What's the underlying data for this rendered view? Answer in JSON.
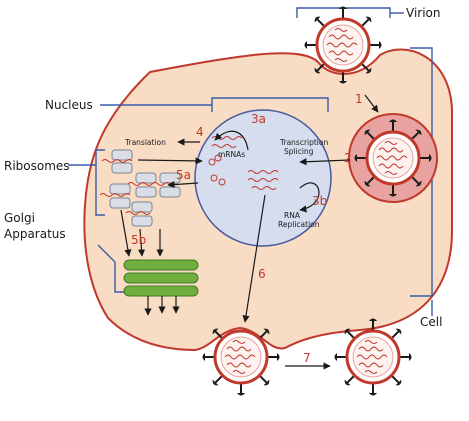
{
  "labels": {
    "virion": "Virion",
    "nucleus": "Nucleus",
    "ribosomes": "Ribosomes",
    "golgi_line1": "Golgi",
    "golgi_line2": "Apparatus",
    "cell": "Cell"
  },
  "inner_labels": {
    "translation": "Translation",
    "mrnas": "mRNAs",
    "transcription": "Transcription",
    "splicing": "Splicing",
    "rna": "RNA",
    "replication": "Replication"
  },
  "steps": {
    "s1": "1",
    "s2": "2",
    "s3a": "3a",
    "s3b": "3b",
    "s4": "4",
    "s5a": "5a",
    "s5b": "5b",
    "s6": "6",
    "s7": "7"
  },
  "colors": {
    "cell_fill": "#f9dcc4",
    "cell_border": "#c0392b",
    "nucleus_fill": "#d6ddef",
    "nucleus_border": "#4a5a9c",
    "callout_line": "#3b5ba9",
    "virion_red": "#c0392b",
    "spike": "#1a1a1a",
    "golgi_green": "#6fae3f",
    "ribosome_fill": "#d9dde6",
    "step_text": "#c0392b"
  }
}
